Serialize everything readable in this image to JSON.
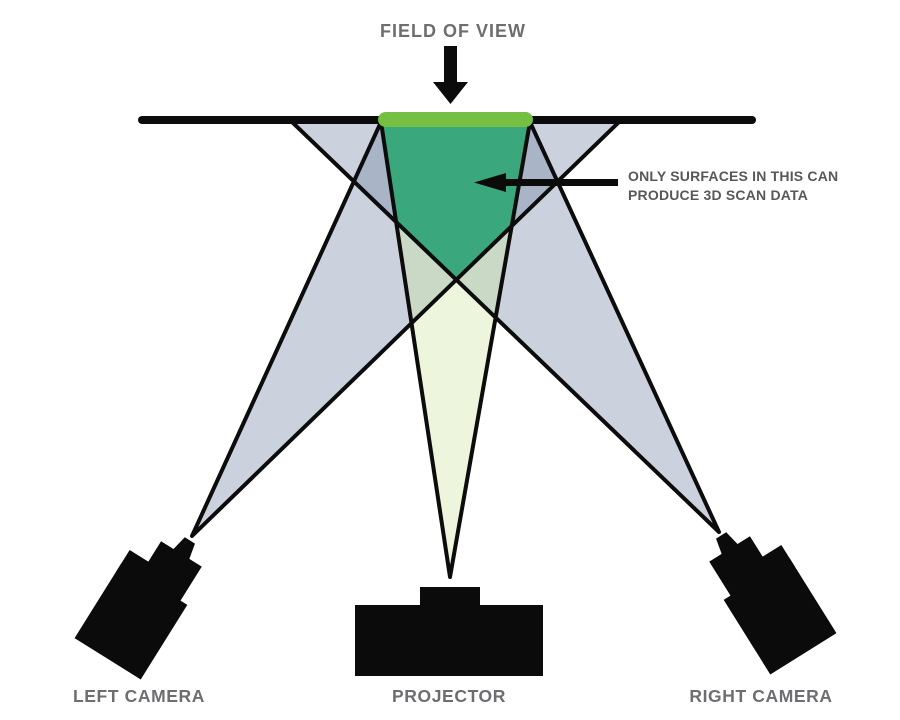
{
  "diagram": {
    "title": "FIELD OF VIEW",
    "annotation": {
      "line1": "ONLY SURFACES IN THIS CAN",
      "line2": "PRODUCE 3D SCAN DATA"
    },
    "devices": {
      "left_camera": "LEFT CAMERA",
      "projector": "PROJECTOR",
      "right_camera": "RIGHT CAMERA"
    },
    "colors": {
      "field_of_view_bar": "#76bf43",
      "scan_zone": "#3aa77d",
      "camera_frustum": "rgba(106,126,158,0.35)",
      "projector_beam": "rgba(200,228,152,0.33)",
      "outline": "#0c0c0c",
      "ink": "#0b0b0b",
      "title_text": "#6d6e71",
      "annotation_text": "#58585a"
    }
  }
}
